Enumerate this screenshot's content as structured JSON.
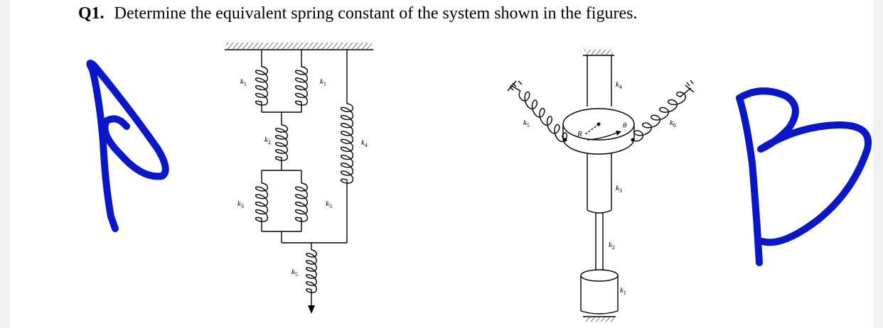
{
  "question": {
    "number": "Q1.",
    "text": "Determine the equivalent spring constant of the system shown in the figures."
  },
  "figure_a": {
    "handwritten_label": "A",
    "labels": {
      "k1_left": "k1",
      "k1_right": "k1",
      "k2": "k2",
      "k3_left": "k3",
      "k3_right": "k3",
      "k4": "k4",
      "k5": "k5"
    }
  },
  "figure_b": {
    "handwritten_label": "B",
    "labels": {
      "k1": "k1",
      "k2": "k2",
      "k3": "k3",
      "k4": "k4",
      "k5": "k5",
      "k6": "k6",
      "R": "R",
      "theta": "θ"
    }
  },
  "colors": {
    "ink": "#000000",
    "marker": "#0a17c8",
    "page": "#ffffff",
    "backdrop": "#f1f1f1"
  }
}
